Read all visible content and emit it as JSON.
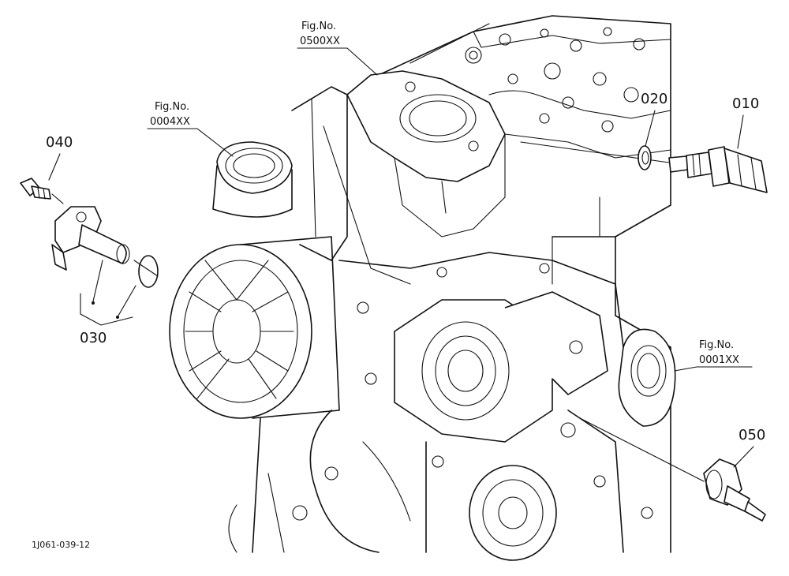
{
  "diagram": {
    "callouts": [
      {
        "id": "fig-0500",
        "line1": "Fig.No.",
        "line2": "0500XX"
      },
      {
        "id": "fig-0004",
        "line1": "Fig.No.",
        "line2": "0004XX"
      },
      {
        "id": "fig-0001",
        "line1": "Fig.No.",
        "line2": "0001XX"
      }
    ],
    "parts": [
      {
        "id": "010",
        "label": "010"
      },
      {
        "id": "020",
        "label": "020"
      },
      {
        "id": "030",
        "label": "030"
      },
      {
        "id": "040",
        "label": "040"
      },
      {
        "id": "050",
        "label": "050"
      }
    ],
    "reference": "1J061-039-12"
  }
}
